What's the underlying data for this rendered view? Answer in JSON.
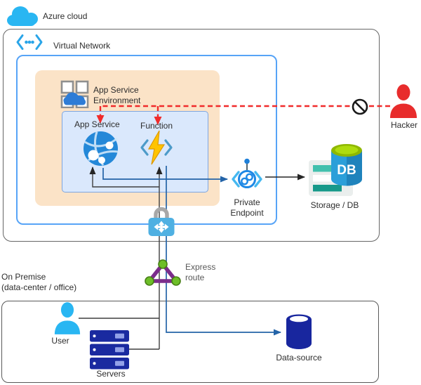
{
  "labels": {
    "azure_cloud": "Azure cloud",
    "virtual_network": "Virtual Network",
    "ase_line1": "App Service",
    "ase_line2": "Environment",
    "app_service": "App Service",
    "function": "Function",
    "hacker": "Hacker",
    "private_endpoint_line1": "Private",
    "private_endpoint_line2": "Endpoint",
    "storage_db": "Storage / DB",
    "db": "DB",
    "express_line1": "Express",
    "express_line2": "route",
    "on_premise_line1": "On Premise",
    "on_premise_line2": "(data-center / office)",
    "user": "User",
    "servers": "Servers",
    "data_source": "Data-source"
  },
  "icons": {
    "azure-cloud-icon": "cyan cloud",
    "virtual-network-icon": "angle brackets with three dots",
    "app-service-environment-icon": "2x2 grid squares with blue cloud",
    "app-service-globe-icon": "blue globe with white nodes",
    "function-icon": "yellow lightning bolt in angle brackets",
    "blocked-icon": "prohibition circle with slash",
    "hacker-icon": "red person",
    "private-endpoint-icon": "link circle in brackets with pin",
    "storage-icon": "storage box with teal bars",
    "db-cylinder-icon": "blue DB cylinder with green top",
    "gateway-lock-icon": "padlock with four white arrows",
    "express-route-icon": "purple triangle with green nodes",
    "user-icon": "cyan person",
    "servers-icon": "stack of three navy servers",
    "data-source-icon": "navy database cylinder"
  },
  "colors": {
    "azure_cyan": "#29b6f2",
    "vnet_border": "#57a4f7",
    "ase_fill": "#fbe3c7",
    "subnet_fill": "#dae8fc",
    "subnet_border": "#7ea6e0",
    "attack_red": "#f02b2b",
    "line_black": "#262626",
    "line_blue": "#2464a8",
    "function_yellow": "#ffc400",
    "bracket_blue": "#4d9bc9",
    "storage_teal": "#41c0ad",
    "storage_teal_dark": "#17998a",
    "db_blue": "#2b9fd9",
    "db_top_green": "#a2cc00",
    "navy": "#18269e",
    "er_purple": "#7b2d8b",
    "er_green": "#6dbe28",
    "lock_gray": "#a8a8a8",
    "lock_blue": "#4fb0e2",
    "hacker_red": "#e82c2c"
  }
}
